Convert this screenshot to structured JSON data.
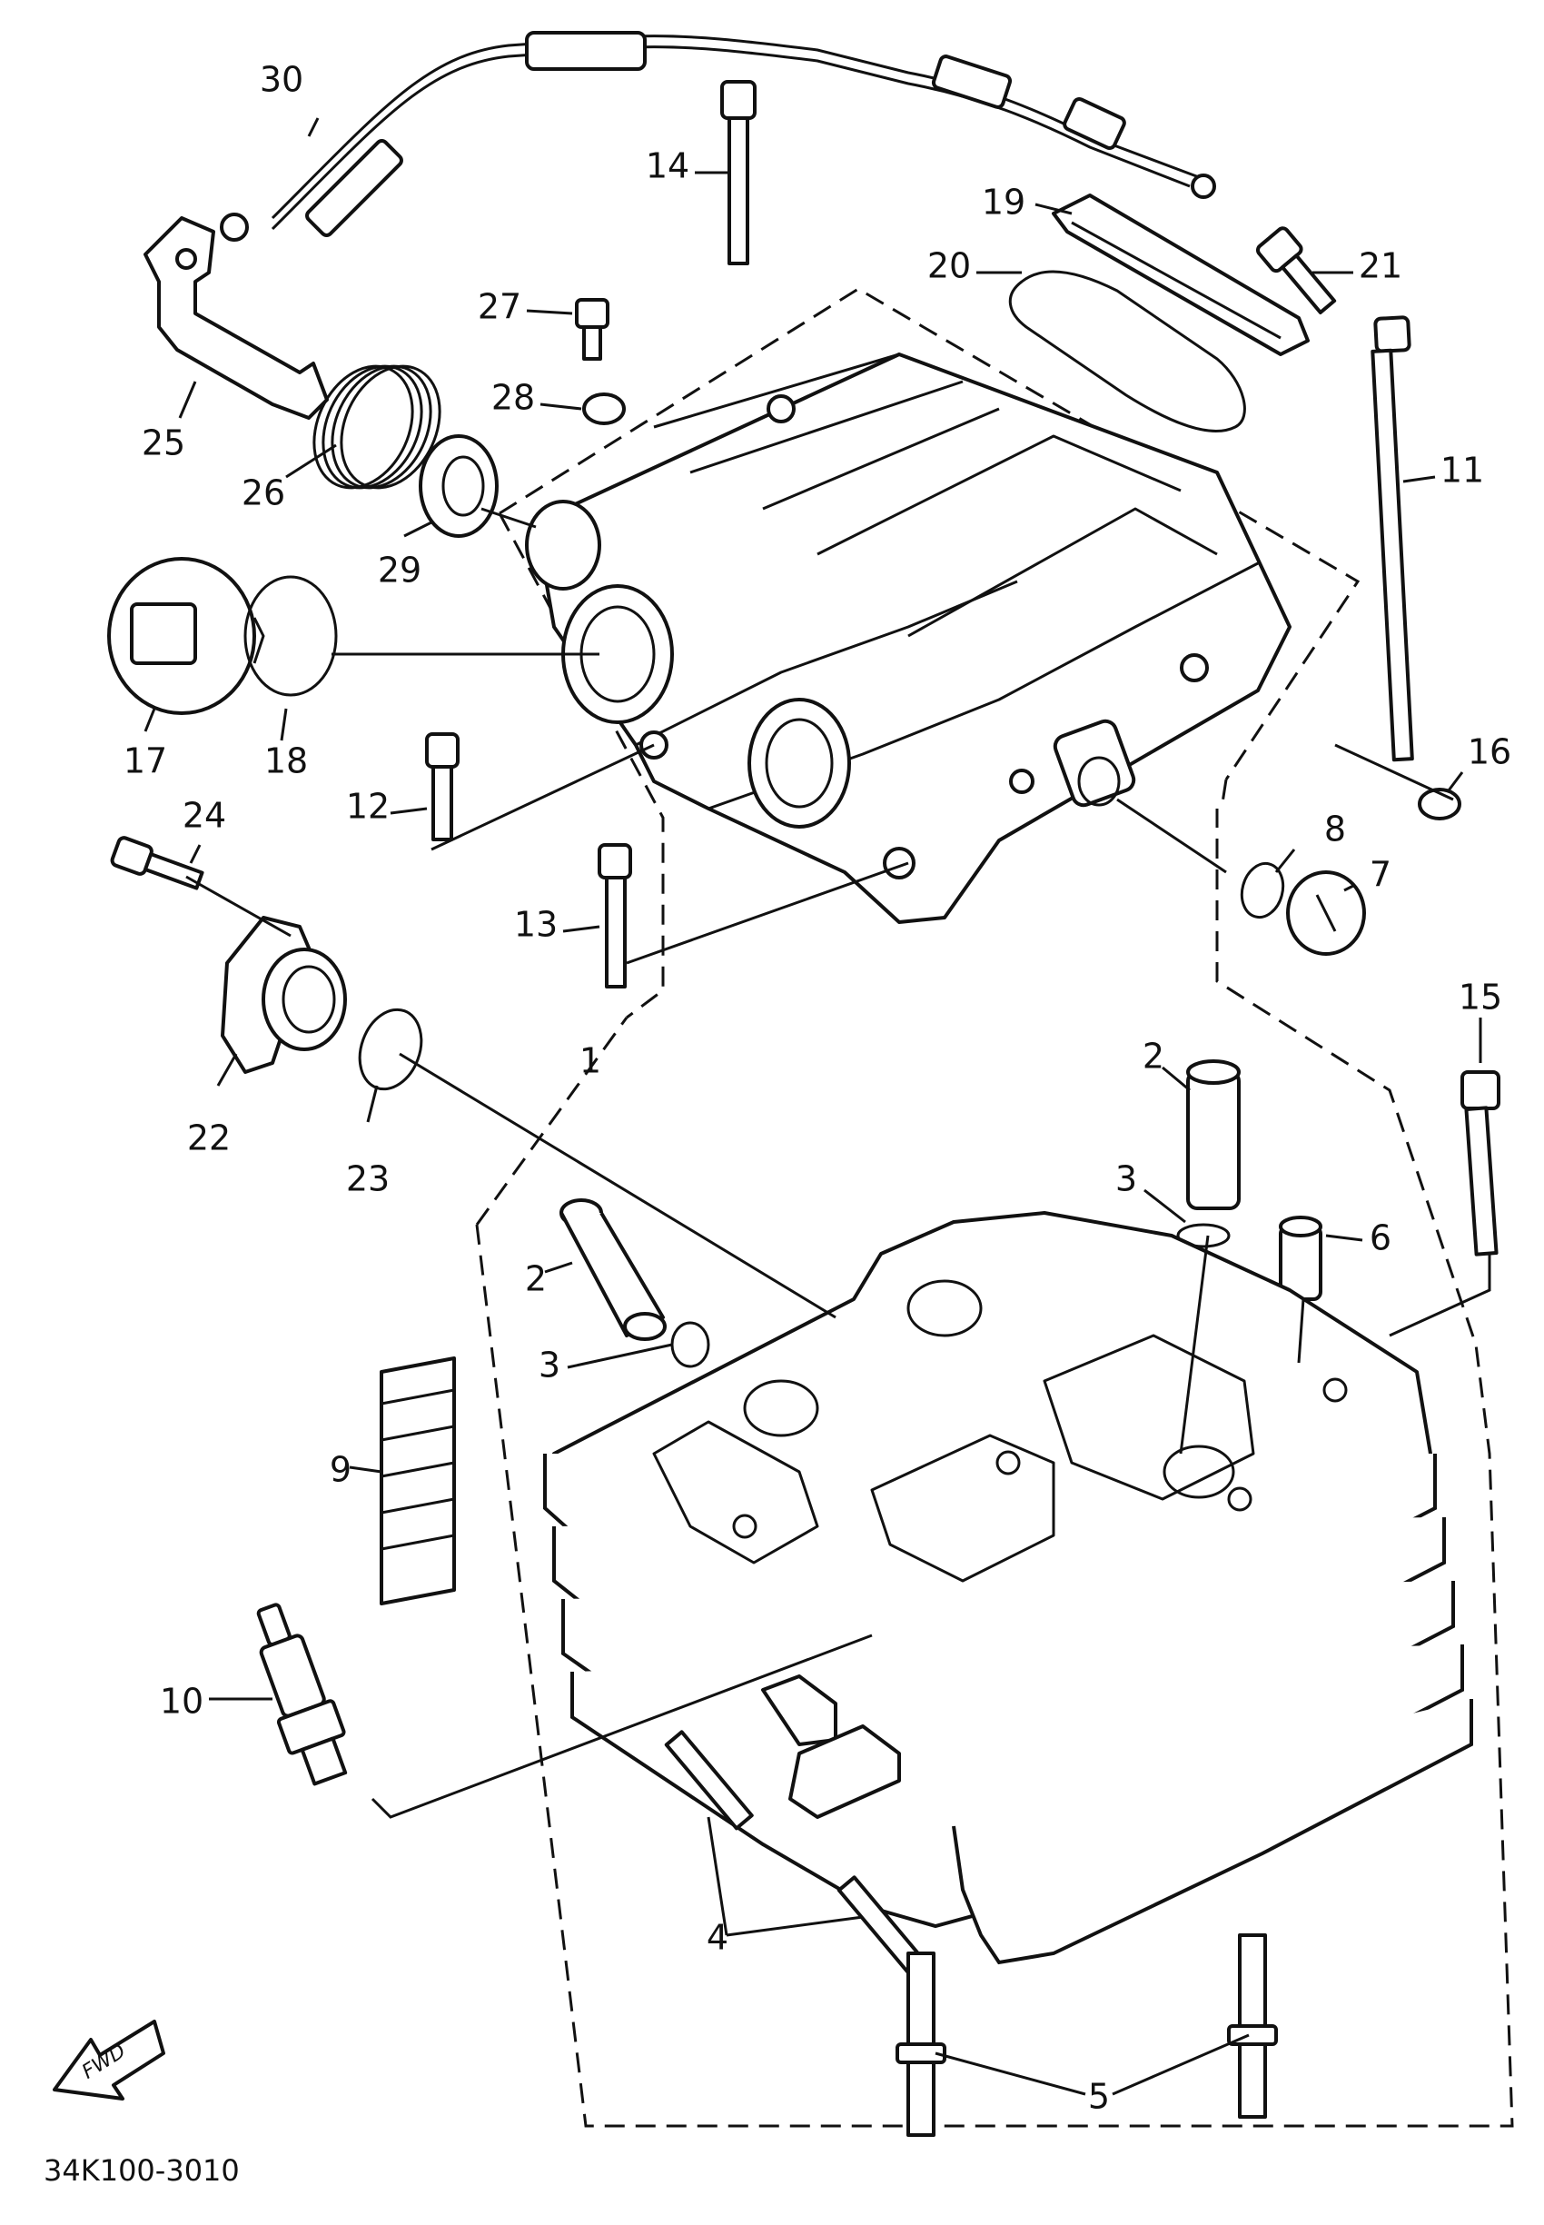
{
  "diagram_code": "34K100-3010",
  "fwd_label": "FWD",
  "callouts": [
    {
      "id": "p30a",
      "label": "30"
    },
    {
      "id": "p14",
      "label": "14"
    },
    {
      "id": "p19",
      "label": "19"
    },
    {
      "id": "p21",
      "label": "21"
    },
    {
      "id": "p20",
      "label": "20"
    },
    {
      "id": "p27",
      "label": "27"
    },
    {
      "id": "p11",
      "label": "11"
    },
    {
      "id": "p25",
      "label": "25"
    },
    {
      "id": "p28",
      "label": "28"
    },
    {
      "id": "p26",
      "label": "26"
    },
    {
      "id": "p29",
      "label": "29"
    },
    {
      "id": "p17",
      "label": "17"
    },
    {
      "id": "p18",
      "label": "18"
    },
    {
      "id": "p16",
      "label": "16"
    },
    {
      "id": "p12",
      "label": "12"
    },
    {
      "id": "p24",
      "label": "24"
    },
    {
      "id": "p8",
      "label": "8"
    },
    {
      "id": "p7",
      "label": "7"
    },
    {
      "id": "p13",
      "label": "13"
    },
    {
      "id": "p15",
      "label": "15"
    },
    {
      "id": "p22",
      "label": "22"
    },
    {
      "id": "p1",
      "label": "1"
    },
    {
      "id": "p2a",
      "label": "2"
    },
    {
      "id": "p23",
      "label": "23"
    },
    {
      "id": "p3a",
      "label": "3"
    },
    {
      "id": "p6",
      "label": "6"
    },
    {
      "id": "p2b",
      "label": "2"
    },
    {
      "id": "p3b",
      "label": "3"
    },
    {
      "id": "p9",
      "label": "9"
    },
    {
      "id": "p10",
      "label": "10"
    },
    {
      "id": "p4",
      "label": "4"
    },
    {
      "id": "p5",
      "label": "5"
    }
  ]
}
